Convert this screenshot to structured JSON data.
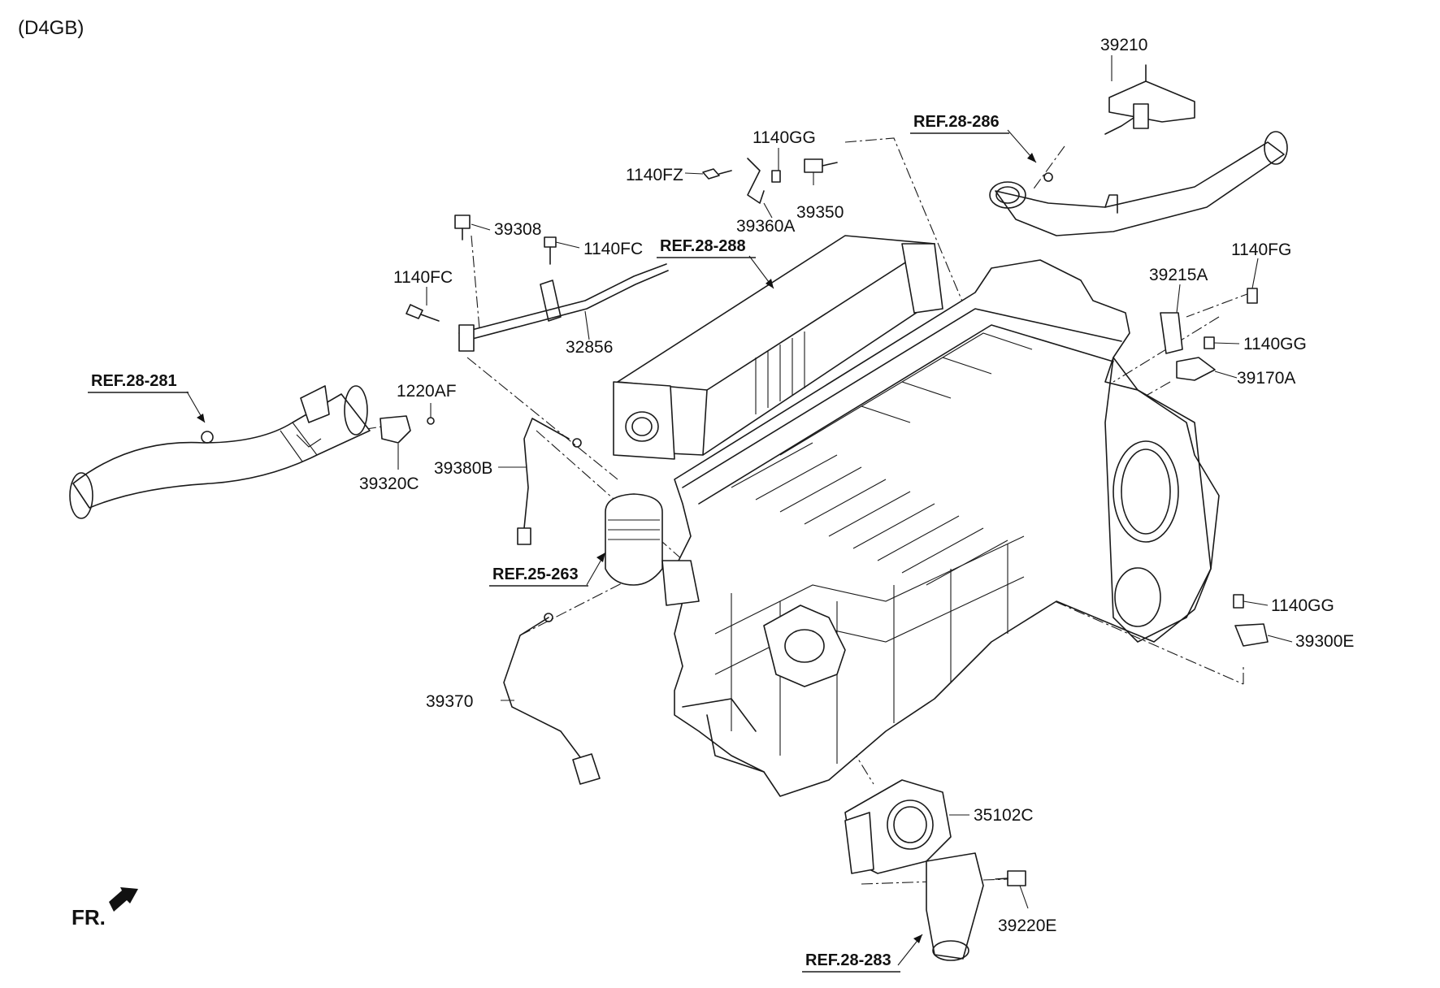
{
  "diagram": {
    "title": "(D4GB)",
    "front_marker": "FR.",
    "part_numbers": {
      "p39210": "39210",
      "p1140GG_top": "1140GG",
      "p1140FZ": "1140FZ",
      "p39350": "39350",
      "p39360A": "39360A",
      "p39308": "39308",
      "p1140FC_right": "1140FC",
      "p1140FC_left": "1140FC",
      "p32856": "32856",
      "p1220AF": "1220AF",
      "p39320C": "39320C",
      "p39380B": "39380B",
      "p39215A": "39215A",
      "p1140FG": "1140FG",
      "p1140GG_mid": "1140GG",
      "p39170A": "39170A",
      "p1140GG_low": "1140GG",
      "p39300E": "39300E",
      "p39370": "39370",
      "p35102C": "35102C",
      "p39220E": "39220E"
    },
    "references": {
      "r28_286": "REF.28-286",
      "r28_288": "REF.28-288",
      "r28_281": "REF.28-281",
      "r25_263": "REF.25-263",
      "r28_283": "REF.28-283"
    }
  }
}
